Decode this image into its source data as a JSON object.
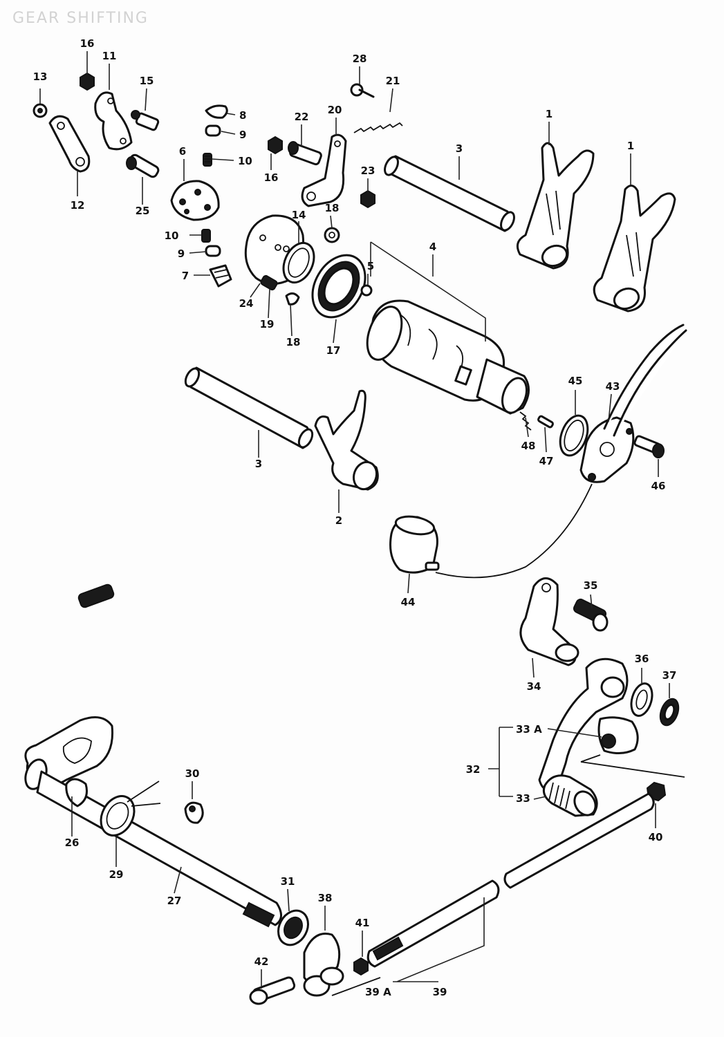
{
  "title": "GEAR SHIFTING",
  "callouts": [
    {
      "id": "c13",
      "text": "13"
    },
    {
      "id": "c16a",
      "text": "16"
    },
    {
      "id": "c11",
      "text": "11"
    },
    {
      "id": "c15",
      "text": "15"
    },
    {
      "id": "c12",
      "text": "12"
    },
    {
      "id": "c25",
      "text": "25"
    },
    {
      "id": "c8a",
      "text": "8"
    },
    {
      "id": "c9a",
      "text": "9"
    },
    {
      "id": "c10a",
      "text": "10"
    },
    {
      "id": "c6",
      "text": "6"
    },
    {
      "id": "c10b",
      "text": "10"
    },
    {
      "id": "c9b",
      "text": "9"
    },
    {
      "id": "c7",
      "text": "7"
    },
    {
      "id": "c28",
      "text": "28"
    },
    {
      "id": "c21",
      "text": "21"
    },
    {
      "id": "c20",
      "text": "20"
    },
    {
      "id": "c22",
      "text": "22"
    },
    {
      "id": "c16b",
      "text": "16"
    },
    {
      "id": "c23",
      "text": "23"
    },
    {
      "id": "c18a",
      "text": "18"
    },
    {
      "id": "c14",
      "text": "14"
    },
    {
      "id": "c24",
      "text": "24"
    },
    {
      "id": "c19",
      "text": "19"
    },
    {
      "id": "c18b",
      "text": "18"
    },
    {
      "id": "c17",
      "text": "17"
    },
    {
      "id": "c5",
      "text": "5"
    },
    {
      "id": "c4",
      "text": "4"
    },
    {
      "id": "c3a",
      "text": "3"
    },
    {
      "id": "c1a",
      "text": "1"
    },
    {
      "id": "c1b",
      "text": "1"
    },
    {
      "id": "c3b",
      "text": "3"
    },
    {
      "id": "c2",
      "text": "2"
    },
    {
      "id": "c45",
      "text": "45"
    },
    {
      "id": "c43",
      "text": "43"
    },
    {
      "id": "c48",
      "text": "48"
    },
    {
      "id": "c47",
      "text": "47"
    },
    {
      "id": "c46",
      "text": "46"
    },
    {
      "id": "c44",
      "text": "44"
    },
    {
      "id": "c35",
      "text": "35"
    },
    {
      "id": "c34",
      "text": "34"
    },
    {
      "id": "c36",
      "text": "36"
    },
    {
      "id": "c37",
      "text": "37"
    },
    {
      "id": "c33a",
      "text": "33 A"
    },
    {
      "id": "c32",
      "text": "32"
    },
    {
      "id": "c33b",
      "text": "33"
    },
    {
      "id": "c40",
      "text": "40"
    },
    {
      "id": "c30",
      "text": "30"
    },
    {
      "id": "c26",
      "text": "26"
    },
    {
      "id": "c29",
      "text": "29"
    },
    {
      "id": "c27",
      "text": "27"
    },
    {
      "id": "c31",
      "text": "31"
    },
    {
      "id": "c38",
      "text": "38"
    },
    {
      "id": "c41",
      "text": "41"
    },
    {
      "id": "c42",
      "text": "42"
    },
    {
      "id": "c39a",
      "text": "39 A"
    },
    {
      "id": "c39b",
      "text": "39"
    }
  ]
}
